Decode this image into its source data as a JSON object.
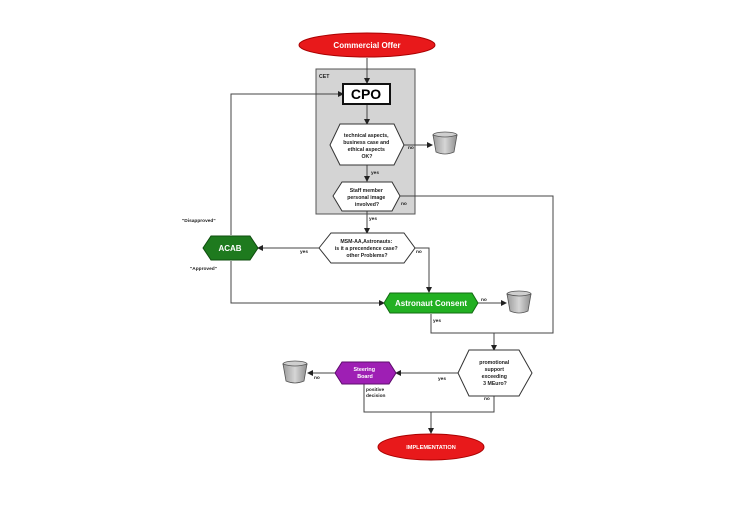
{
  "nodes": {
    "commercial_offer": "Commercial Offer",
    "cet": "CET",
    "cpo": "CPO",
    "tech_check": [
      "technical aspects,",
      "business case and",
      "ethical aspects",
      "OK?"
    ],
    "staff_check": [
      "Staff member",
      "personal image",
      "involved?"
    ],
    "acab": "ACAB",
    "msm_check": [
      "MSM-AA,Astronauts:",
      "is it a precendence case?",
      "other Problems?"
    ],
    "astronaut_consent": "Astronaut Consent",
    "promo_check": [
      "promotional",
      "support",
      "exceeding",
      "3 MEuro?"
    ],
    "steering_board": [
      "Steering",
      "Board"
    ],
    "implementation": "IMPLEMENTATION"
  },
  "labels": {
    "no": "no",
    "yes": "yes",
    "disapproved": "\"Disapproved\"",
    "approved": "\"Approved\"",
    "positive_decision": [
      "positive",
      "decision"
    ]
  },
  "colors": {
    "terminator_red": "#e8191b",
    "cet_gray": "#d4d4d4",
    "acab_green": "#1e7a1e",
    "consent_green": "#22b022",
    "steering_purple": "#9e1fb4",
    "bin_gray": "#b9b9b9",
    "edge": "#444444"
  },
  "icons": [
    "trash-bin-icon",
    "trash-bin-icon",
    "trash-bin-icon"
  ]
}
